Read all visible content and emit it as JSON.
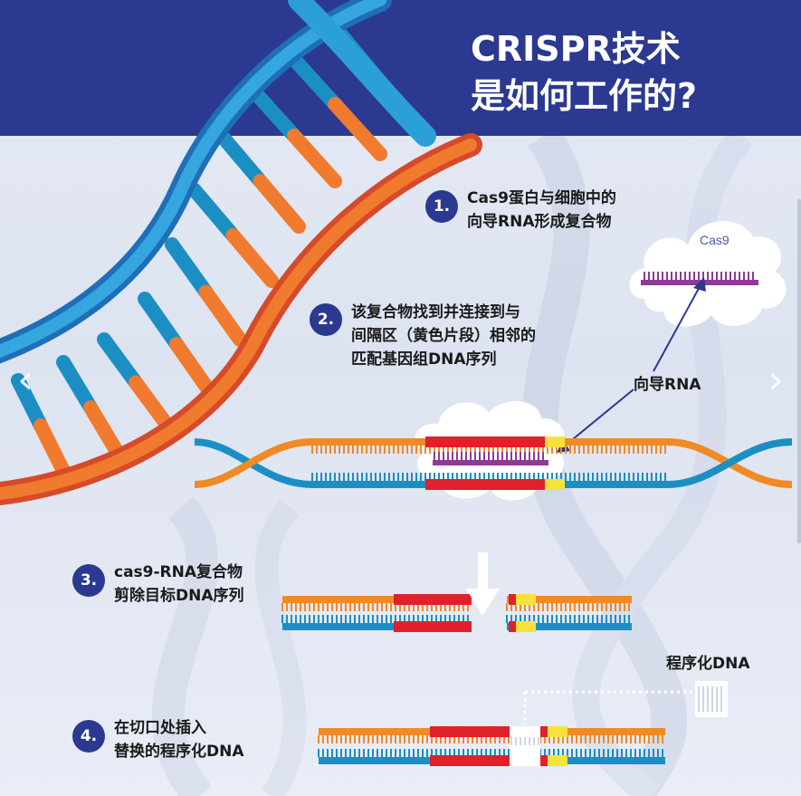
{
  "title": {
    "line1": "CRISPR技术",
    "line2": "是如何工作的?"
  },
  "steps": [
    {
      "num": "1.",
      "lines": [
        "Cas9蛋白与细胞中的",
        "向导RNA形成复合物"
      ]
    },
    {
      "num": "2.",
      "lines": [
        "该复合物找到并连接到与",
        "间隔区（黄色片段）相邻的",
        "匹配基因组DNA序列"
      ]
    },
    {
      "num": "3.",
      "lines": [
        "cas9-RNA复合物",
        "剪除目标DNA序列"
      ]
    },
    {
      "num": "4.",
      "lines": [
        "在切口处插入",
        "替换的程序化DNA"
      ]
    }
  ],
  "labels": {
    "cas9": "Cas9",
    "guide_rna": "向导RNA",
    "programmed_dna": "程序化DNA"
  },
  "nav": {
    "prev": "‹",
    "next": "›"
  },
  "colors": {
    "banner": "#2b3990",
    "orange": "#f08a24",
    "blue": "#1b8fc4",
    "red": "#e0202a",
    "yellow": "#f7e23b",
    "purple": "#8e3a96"
  }
}
